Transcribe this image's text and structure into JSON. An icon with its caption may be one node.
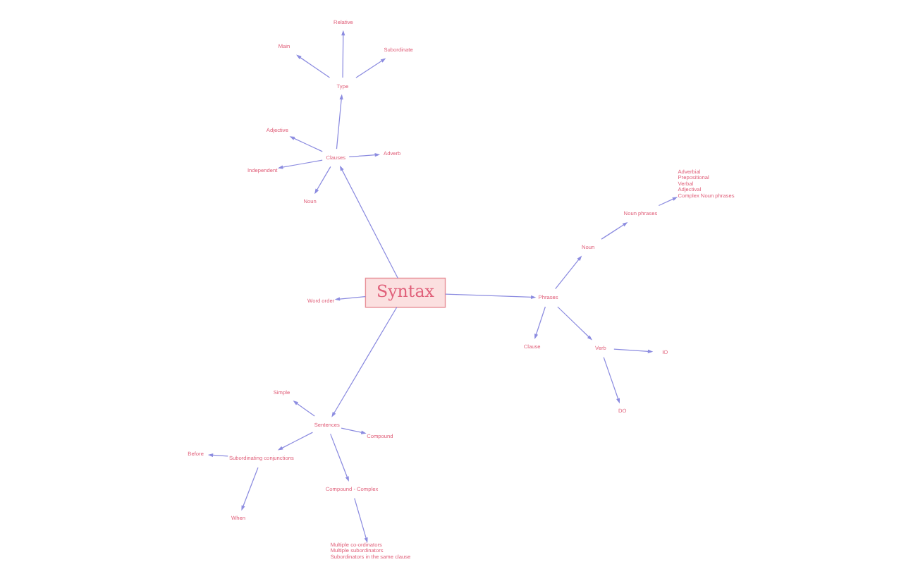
{
  "diagram": {
    "nodes": [
      {
        "text": [
          "Word order"
        ]
      },
      {
        "text": [
          "Syntax"
        ]
      },
      {
        "text": [
          "Sentences"
        ]
      },
      {
        "text": [
          "Simple"
        ]
      },
      {
        "text": [
          "Compound"
        ]
      },
      {
        "text": [
          "Subordinating conjunctions"
        ]
      },
      {
        "text": [
          "Before"
        ]
      },
      {
        "text": [
          "When"
        ]
      },
      {
        "text": [
          "Compound - Complex"
        ]
      },
      {
        "text": [
          "Multiple co-ordinators",
          "Multiple subordinators",
          "Subordinators in the same clause"
        ]
      },
      {
        "text": [
          "Phrases"
        ]
      },
      {
        "text": [
          "Clause"
        ]
      },
      {
        "text": [
          "Noun"
        ]
      },
      {
        "text": [
          "Noun phrases"
        ]
      },
      {
        "text": [
          "Adverbial",
          "Prepositional",
          "Verbal",
          "Adjectival",
          "Complex Noun phrases"
        ]
      },
      {
        "text": [
          "Verb"
        ]
      },
      {
        "text": [
          "DO"
        ]
      },
      {
        "text": [
          "IO"
        ]
      },
      {
        "text": [
          "Clauses"
        ]
      },
      {
        "text": [
          "Independent"
        ]
      },
      {
        "text": [
          "Adverb"
        ]
      },
      {
        "text": [
          "Noun"
        ]
      },
      {
        "text": [
          "Adjective"
        ]
      },
      {
        "text": [
          "Type"
        ]
      },
      {
        "text": [
          "Main"
        ]
      },
      {
        "text": [
          "Subordinate"
        ]
      },
      {
        "text": [
          "Relative"
        ]
      }
    ],
    "edges": [
      {
        "from": 1,
        "to": 0,
        "arrow": "to"
      },
      {
        "from": 1,
        "to": 2,
        "arrow": "to"
      },
      {
        "from": 1,
        "to": 10,
        "arrow": "to"
      },
      {
        "from": 1,
        "to": 18,
        "arrow": "to"
      },
      {
        "from": 2,
        "to": 3,
        "arrow": "to"
      },
      {
        "from": 2,
        "to": 4,
        "arrow": "to"
      },
      {
        "from": 2,
        "to": 5,
        "arrow": "to"
      },
      {
        "from": 5,
        "to": 6,
        "arrow": "to"
      },
      {
        "from": 5,
        "to": 7,
        "arrow": "to"
      },
      {
        "from": 2,
        "to": 8,
        "arrow": "to"
      },
      {
        "from": 8,
        "to": 9,
        "arrow": "to"
      },
      {
        "from": 10,
        "to": 11,
        "arrow": "to"
      },
      {
        "from": 10,
        "to": 12,
        "arrow": "to"
      },
      {
        "from": 12,
        "to": 13,
        "arrow": "to"
      },
      {
        "from": 13,
        "to": 14,
        "arrow": "to"
      },
      {
        "from": 10,
        "to": 15,
        "arrow": "to"
      },
      {
        "from": 15,
        "to": 16,
        "arrow": "to"
      },
      {
        "from": 15,
        "to": 17,
        "arrow": "to"
      },
      {
        "from": 18,
        "to": 19,
        "arrow": "to"
      },
      {
        "from": 18,
        "to": 20,
        "arrow": "to"
      },
      {
        "from": 18,
        "to": 21,
        "arrow": "to"
      },
      {
        "from": 18,
        "to": 22,
        "arrow": "to"
      },
      {
        "from": 18,
        "to": 23,
        "arrow": "to"
      },
      {
        "from": 23,
        "to": 24,
        "arrow": "to"
      },
      {
        "from": 23,
        "to": 25,
        "arrow": "to"
      },
      {
        "from": 23,
        "to": 26,
        "arrow": "to"
      }
    ]
  }
}
